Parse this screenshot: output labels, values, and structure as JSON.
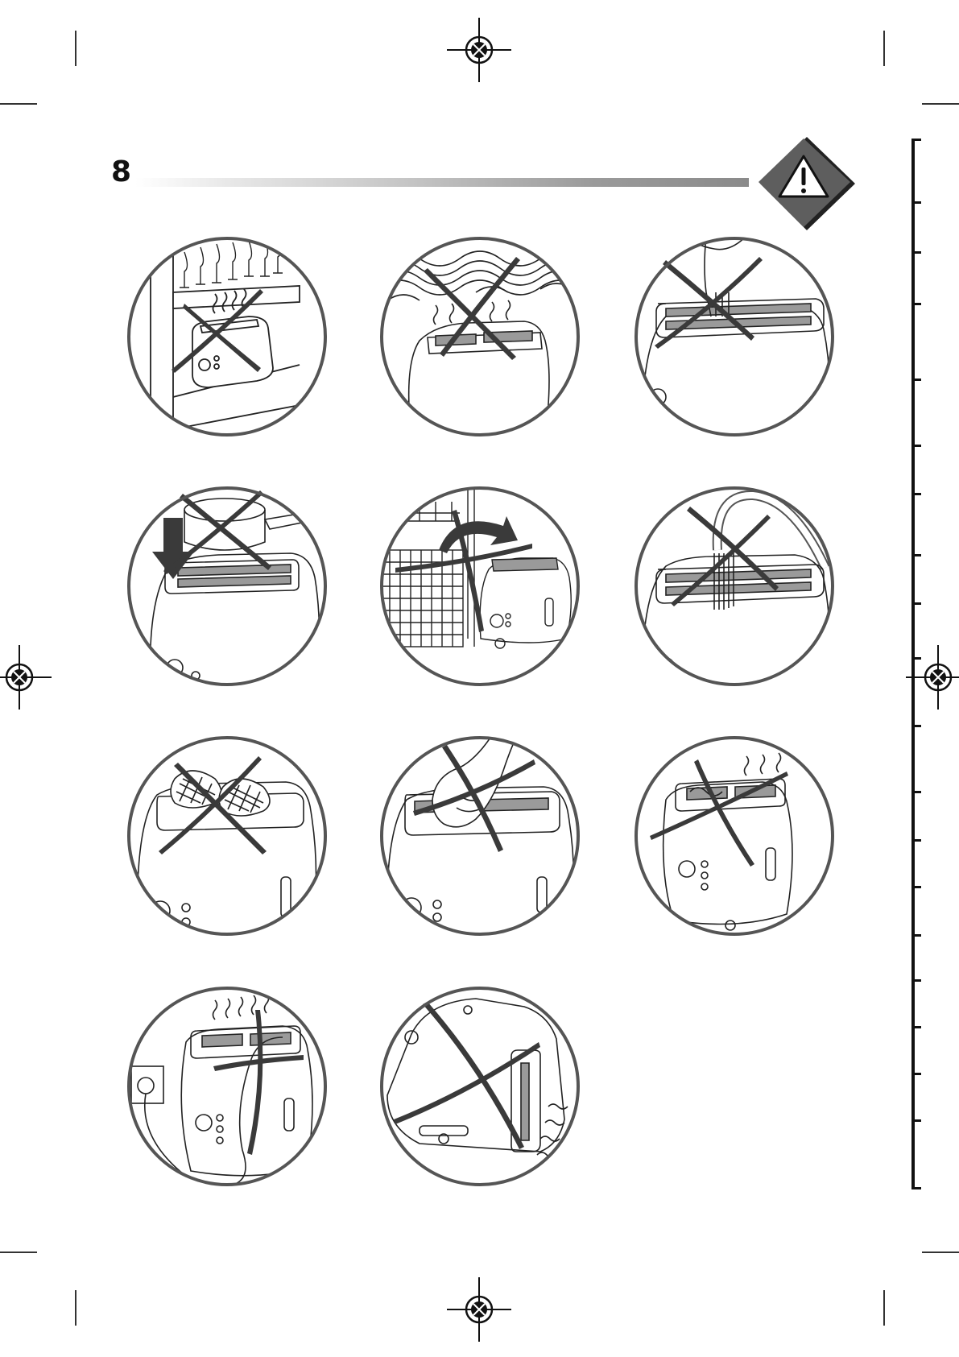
{
  "page": {
    "number": "8"
  },
  "icons": {
    "header": "warning-triangle-icon",
    "registration": "registration-mark-icon"
  },
  "colors": {
    "ink": "#111111",
    "circle": "#555555",
    "cross": "#3a3a3a",
    "warning_fill": "#5e5e5e"
  },
  "illustrations": [
    {
      "id": "cabinet",
      "icon": "toaster-under-cabinet-icon",
      "prohibited": true
    },
    {
      "id": "curtains",
      "icon": "toaster-near-curtains-icon",
      "prohibited": true
    },
    {
      "id": "fork",
      "icon": "fork-in-toaster-icon",
      "prohibited": true
    },
    {
      "id": "pot",
      "icon": "pot-on-toaster-icon",
      "prohibited": true
    },
    {
      "id": "dishwasher",
      "icon": "toaster-in-dishwasher-icon",
      "prohibited": true
    },
    {
      "id": "water",
      "icon": "water-tap-over-toaster-icon",
      "prohibited": true
    },
    {
      "id": "large-bread",
      "icon": "large-bread-in-toaster-icon",
      "prohibited": true
    },
    {
      "id": "hand",
      "icon": "hand-in-toaster-icon",
      "prohibited": true
    },
    {
      "id": "hot-touch",
      "icon": "touching-hot-toaster-icon",
      "prohibited": true
    },
    {
      "id": "cord",
      "icon": "cord-over-toaster-icon",
      "prohibited": true
    },
    {
      "id": "on-side",
      "icon": "toaster-on-its-side-icon",
      "prohibited": true
    }
  ]
}
